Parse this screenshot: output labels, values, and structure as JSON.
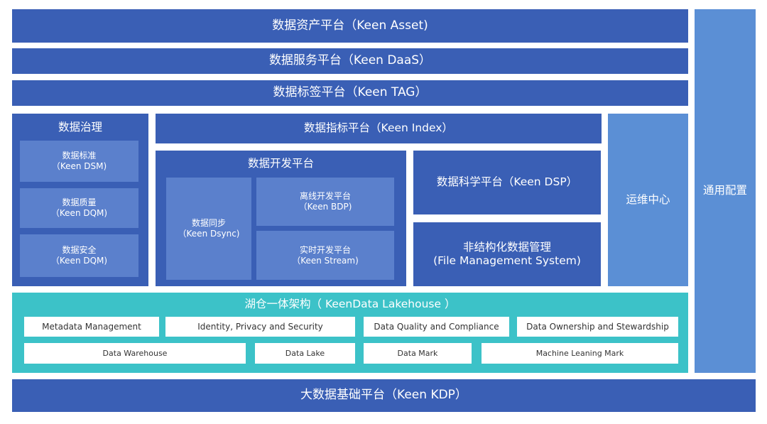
{
  "top": {
    "asset": "数据资产平台（Keen Asset)",
    "daas": "数据服务平台（Keen DaaS）",
    "tag": "数据标签平台（Keen TAG）"
  },
  "governance": {
    "title": "数据治理",
    "items": [
      {
        "name": "数据标准",
        "code": "（Keen DSM)"
      },
      {
        "name": "数据质量",
        "code": "（Keen DQM)"
      },
      {
        "name": "数据安全",
        "code": "（Keen DQM)"
      }
    ]
  },
  "index": "数据指标平台（Keen Index）",
  "devplatform": {
    "title": "数据开发平台",
    "sync": {
      "name": "数据同步",
      "code": "（Keen Dsync)"
    },
    "offline": {
      "name": "离线开发平台",
      "code": "（Keen BDP)"
    },
    "realtime": {
      "name": "实时开发平台",
      "code": "（Keen Stream)"
    }
  },
  "dsp": "数据科学平台（Keen DSP）",
  "fms": {
    "line1": "非结构化数据管理",
    "line2": "(File Management System)"
  },
  "ops": "运维中心",
  "config": "通用配置",
  "lakehouse": {
    "title": "湖仓一体架构（ KeenData Lakehouse ）",
    "row1": [
      "Metadata Management",
      "Identity, Privacy and Security",
      "Data Quality and Compliance",
      "Data Ownership and Stewardship"
    ],
    "row2": [
      "Data Warehouse",
      "Data Lake",
      "Data Mark",
      "Machine Leaning Mark"
    ]
  },
  "kdp": "大数据基础平台（Keen KDP）",
  "colors": {
    "dark": "#3a5fb5",
    "mid": "#4a6fc3",
    "sub": "#5b80cc",
    "light": "#5b8fd5",
    "teal": "#3cc2c8"
  }
}
